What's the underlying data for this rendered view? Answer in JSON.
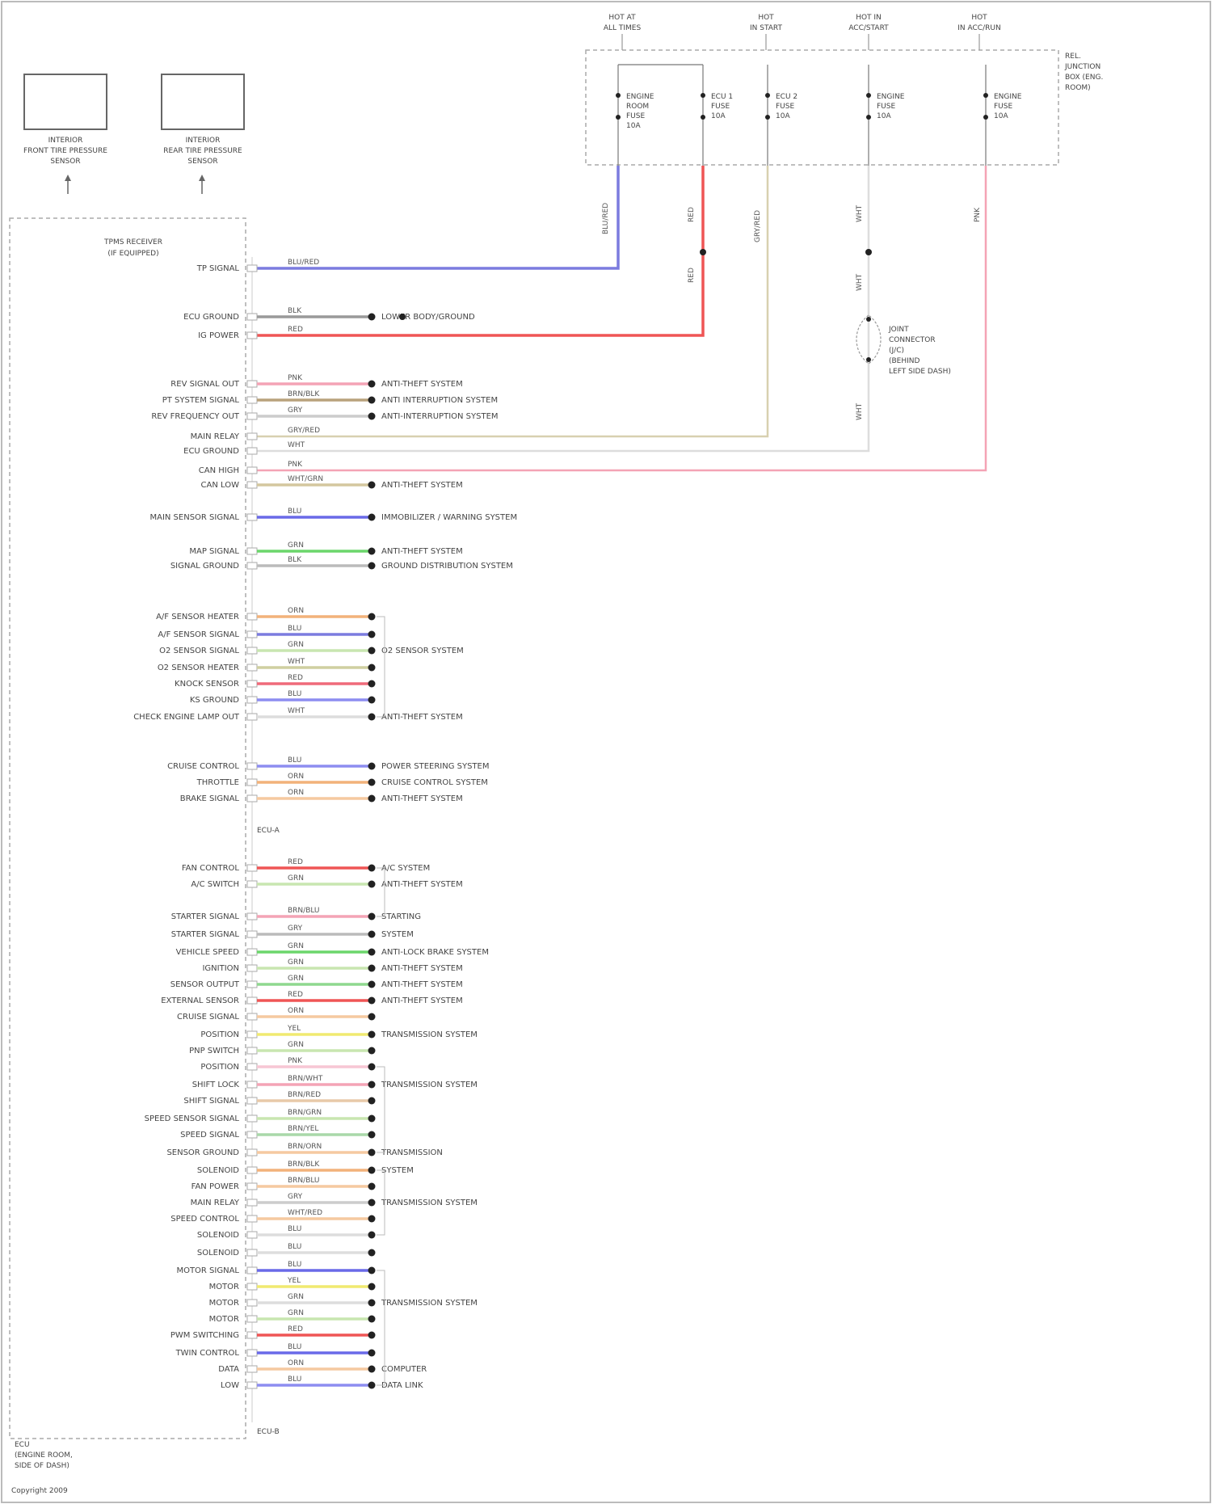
{
  "diagram": {
    "sensors": [
      {
        "line1": "INTERIOR",
        "line2": "FRONT TIRE PRESSURE",
        "line3": "SENSOR"
      },
      {
        "line1": "INTERIOR",
        "line2": "REAR TIRE PRESSURE",
        "line3": "SENSOR"
      }
    ],
    "tpms_label": {
      "line1": "TPMS RECEIVER",
      "line2": "(IF EQUIPPED)"
    },
    "fuses": [
      {
        "id": "f1",
        "line1": "HOT AT",
        "line2": "ALL TIMES"
      },
      {
        "id": "f2",
        "line1": "HOT",
        "line2": "IN START"
      },
      {
        "id": "f3",
        "line1": "HOT IN",
        "line2": "ACC/START"
      },
      {
        "id": "f4",
        "line1": "HOT",
        "line2": "IN ACC/RUN"
      }
    ],
    "fuse_items": [
      {
        "l1": "ENGINE",
        "l2": "ROOM",
        "l3": "FUSE",
        "l4": "10A"
      },
      {
        "l1": "ECU 1",
        "l2": "FUSE",
        "l3": "10A"
      },
      {
        "l1": "ECU 2",
        "l2": "FUSE",
        "l3": "10A"
      },
      {
        "l1": "ENGINE",
        "l2": "FUSE",
        "l3": "10A"
      },
      {
        "l1": "ENGINE",
        "l2": "FUSE",
        "l3": "10A"
      }
    ],
    "relay_box": {
      "line1": "REL.",
      "line2": "JUNCTION",
      "line3": "BOX (ENG.",
      "line4": "ROOM)"
    },
    "joint_connector": {
      "line1": "JOINT",
      "line2": "CONNECTOR",
      "line3": "(J/C)",
      "line4": "(BEHIND",
      "line5": "LEFT SIDE DASH)"
    },
    "bottom_note": {
      "line1": "ECU",
      "line2": "(ENGINE ROOM,",
      "line3": "SIDE OF DASH)"
    },
    "connector_labels": {
      "c1": "ECU-A",
      "c2": "ECU-B"
    },
    "footer": "Copyright 2009",
    "pins": [
      {
        "label": "TP SIGNAL",
        "wire": "BLU/RED",
        "color": "#7b7bdf",
        "dest": ""
      },
      {
        "label": "ECU GROUND",
        "wire": "BLK",
        "color": "#999999",
        "dest": "LOWER BODY/GROUND"
      },
      {
        "label": "IG POWER",
        "wire": "RED",
        "color": "#ef5555",
        "dest": ""
      },
      {
        "label": "REV SIGNAL OUT",
        "wire": "PNK",
        "color": "#f4a3b5",
        "dest": "ANTI-THEFT SYSTEM"
      },
      {
        "label": "PT SYSTEM SIGNAL",
        "wire": "BRN/BLK",
        "color": "#b8a27c",
        "dest": "ANTI INTERRUPTION SYSTEM"
      },
      {
        "label": "REV FREQUENCY OUT",
        "wire": "GRY",
        "color": "#cccccc",
        "dest": "ANTI-INTERRUPTION SYSTEM"
      },
      {
        "label": "MAIN RELAY",
        "wire": "GRY/RED",
        "color": "#d8d0b0",
        "dest": ""
      },
      {
        "label": "ECU GROUND",
        "wire": "WHT",
        "color": "#dddddd",
        "dest": ""
      },
      {
        "label": "CAN HIGH",
        "wire": "PNK",
        "color": "#f4a3b5",
        "dest": ""
      },
      {
        "label": "CAN LOW",
        "wire": "WHT/GRN",
        "color": "#d4c79e",
        "dest": "ANTI-THEFT SYSTEM"
      },
      {
        "label": "MAIN SENSOR SIGNAL",
        "wire": "BLU",
        "color": "#6a6ae8",
        "dest": "IMMOBILIZER / WARNING SYSTEM"
      },
      {
        "label": "MAP SIGNAL",
        "wire": "GRN",
        "color": "#6bd66b",
        "dest": "ANTI-THEFT SYSTEM"
      },
      {
        "label": "SIGNAL GROUND",
        "wire": "BLK",
        "color": "#bbbbbb",
        "dest": "GROUND DISTRIBUTION SYSTEM"
      },
      {
        "label": "A/F SENSOR HEATER",
        "wire": "ORN",
        "color": "#f2b27a",
        "dest": ""
      },
      {
        "label": "A/F SENSOR SIGNAL",
        "wire": "BLU",
        "color": "#7b7bdf",
        "dest": ""
      },
      {
        "label": "O2 SENSOR SIGNAL",
        "wire": "GRN",
        "color": "#c8e6b0",
        "dest": "O2 SENSOR SYSTEM"
      },
      {
        "label": "O2 SENSOR HEATER",
        "wire": "WHT",
        "color": "#cfcfa0",
        "dest": ""
      },
      {
        "label": "KNOCK SENSOR",
        "wire": "RED",
        "color": "#ef6a7a",
        "dest": ""
      },
      {
        "label": "KS GROUND",
        "wire": "BLU",
        "color": "#8d8df0",
        "dest": ""
      },
      {
        "label": "CHECK ENGINE LAMP OUT",
        "wire": "WHT",
        "color": "#dddddd",
        "dest": "ANTI-THEFT SYSTEM"
      },
      {
        "label": "CRUISE CONTROL",
        "wire": "BLU",
        "color": "#8d8df0",
        "dest": "POWER STEERING SYSTEM"
      },
      {
        "label": "THROTTLE",
        "wire": "ORN",
        "color": "#f2b27a",
        "dest": "CRUISE CONTROL SYSTEM"
      },
      {
        "label": "BRAKE SIGNAL",
        "wire": "ORN",
        "color": "#f5c9a0",
        "dest": "ANTI-THEFT SYSTEM"
      },
      {
        "label": "FAN CONTROL",
        "wire": "RED",
        "color": "#ef5555",
        "dest": "A/C SYSTEM"
      },
      {
        "label": "A/C SWITCH",
        "wire": "GRN",
        "color": "#c8e6b0",
        "dest": "ANTI-THEFT SYSTEM"
      },
      {
        "label": "STARTER SIGNAL",
        "wire": "BRN/BLU",
        "color": "#f4a3b5",
        "dest": "STARTING"
      },
      {
        "label": "STARTER SIGNAL",
        "wire": "GRY",
        "color": "#bbbbbb",
        "dest": "SYSTEM"
      },
      {
        "label": "VEHICLE SPEED",
        "wire": "GRN",
        "color": "#6bd66b",
        "dest": "ANTI-LOCK BRAKE SYSTEM"
      },
      {
        "label": "IGNITION",
        "wire": "GRN",
        "color": "#c8e6b0",
        "dest": "ANTI-THEFT SYSTEM"
      },
      {
        "label": "SENSOR OUTPUT",
        "wire": "GRN",
        "color": "#8fd88f",
        "dest": "ANTI-THEFT SYSTEM"
      },
      {
        "label": "EXTERNAL SENSOR",
        "wire": "RED",
        "color": "#ef5555",
        "dest": "ANTI-THEFT SYSTEM"
      },
      {
        "label": "CRUISE SIGNAL",
        "wire": "ORN",
        "color": "#f5c9a0",
        "dest": ""
      },
      {
        "label": "POSITION",
        "wire": "YEL",
        "color": "#f0ea70",
        "dest": "TRANSMISSION SYSTEM"
      },
      {
        "label": "PNP SWITCH",
        "wire": "GRN",
        "color": "#c8e6b0",
        "dest": ""
      },
      {
        "label": "POSITION",
        "wire": "PNK",
        "color": "#f7c6d4",
        "dest": ""
      },
      {
        "label": "SHIFT LOCK",
        "wire": "BRN/WHT",
        "color": "#f4a3b5",
        "dest": "TRANSMISSION SYSTEM"
      },
      {
        "label": "SHIFT SIGNAL",
        "wire": "BRN/RED",
        "color": "#e8c9a8",
        "dest": ""
      },
      {
        "label": "SPEED SENSOR SIGNAL",
        "wire": "BRN/GRN",
        "color": "#c8e6b0",
        "dest": ""
      },
      {
        "label": "SPEED SIGNAL",
        "wire": "BRN/YEL",
        "color": "#a9d8a9",
        "dest": ""
      },
      {
        "label": "SENSOR GROUND",
        "wire": "BRN/ORN",
        "color": "#f5c9a0",
        "dest": "TRANSMISSION"
      },
      {
        "label": "SOLENOID",
        "wire": "BRN/BLK",
        "color": "#f2b27a",
        "dest": "SYSTEM"
      },
      {
        "label": "FAN POWER",
        "wire": "BRN/BLU",
        "color": "#f5c9a0",
        "dest": ""
      },
      {
        "label": "MAIN RELAY",
        "wire": "GRY",
        "color": "#cccccc",
        "dest": "TRANSMISSION SYSTEM"
      },
      {
        "label": "SPEED CONTROL",
        "wire": "WHT/RED",
        "color": "#f5c9a0",
        "dest": ""
      },
      {
        "label": "SOLENOID",
        "wire": "BLU",
        "color": "#dddddd",
        "dest": ""
      },
      {
        "label": "SOLENOID",
        "wire": "BLU",
        "color": "#dddddd",
        "dest": ""
      },
      {
        "label": "MOTOR SIGNAL",
        "wire": "BLU",
        "color": "#6a6ae8",
        "dest": ""
      },
      {
        "label": "MOTOR",
        "wire": "YEL",
        "color": "#f0ea70",
        "dest": ""
      },
      {
        "label": "MOTOR",
        "wire": "GRN",
        "color": "#dddddd",
        "dest": "TRANSMISSION SYSTEM"
      },
      {
        "label": "MOTOR",
        "wire": "GRN",
        "color": "#c8e6b0",
        "dest": ""
      },
      {
        "label": "PWM SWITCHING",
        "wire": "RED",
        "color": "#ef5555",
        "dest": ""
      },
      {
        "label": "TWIN CONTROL",
        "wire": "BLU",
        "color": "#6a6ae8",
        "dest": ""
      },
      {
        "label": "DATA",
        "wire": "ORN",
        "color": "#f5c9a0",
        "dest": "COMPUTER"
      },
      {
        "label": "LOW",
        "wire": "BLU",
        "color": "#8d8df0",
        "dest": "DATA LINK"
      }
    ]
  }
}
